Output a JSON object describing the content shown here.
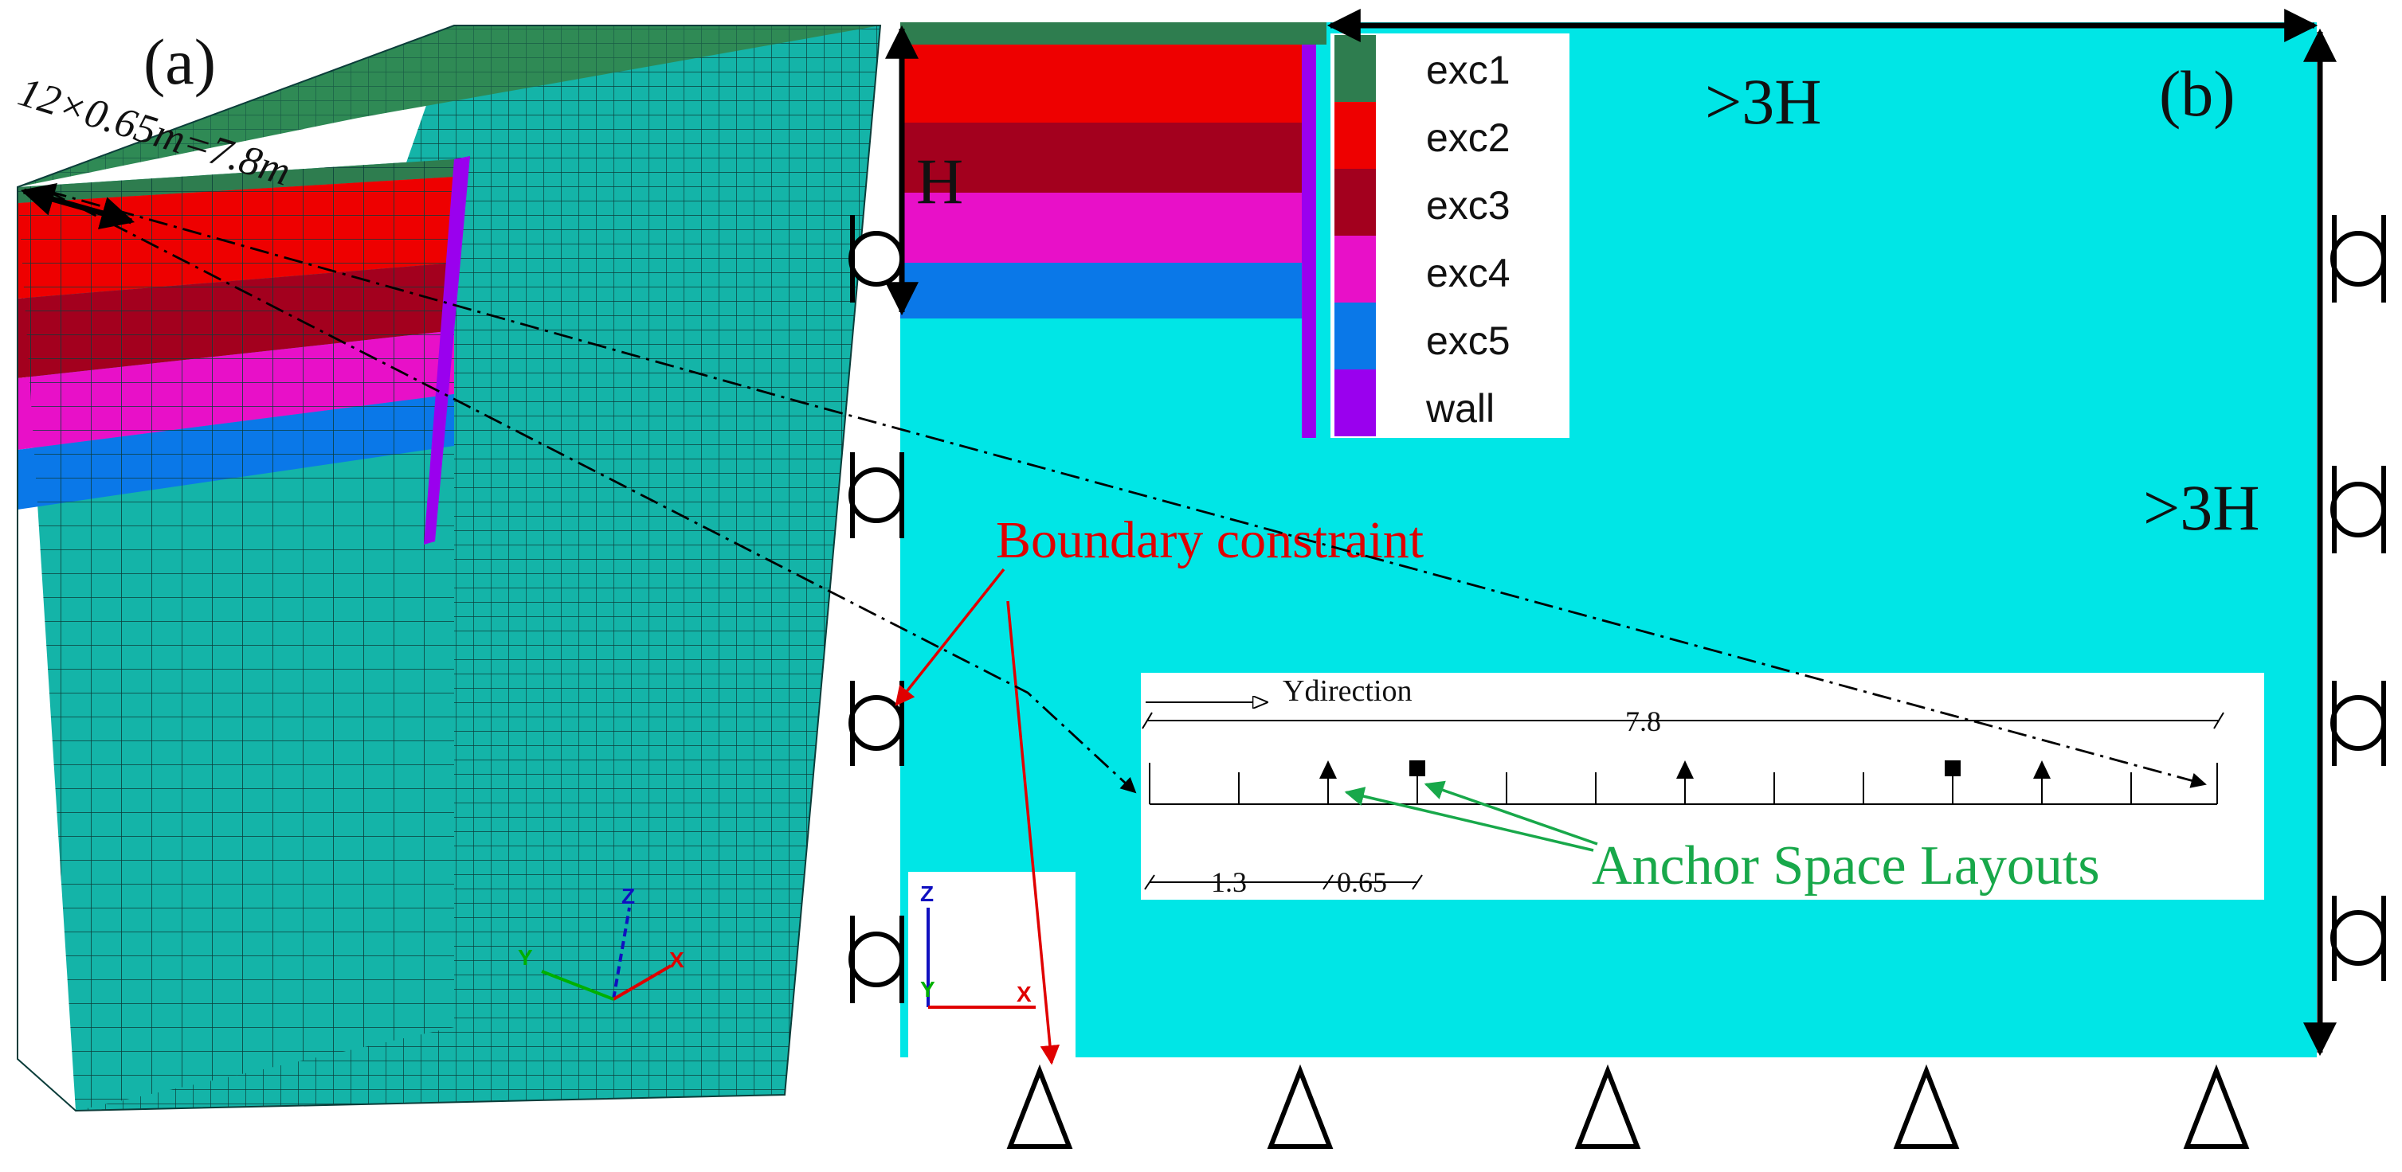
{
  "panels": {
    "a": {
      "label": "(a)",
      "dimension_text": "12×0.65m=7.8m",
      "axes": {
        "z": "Z",
        "y": "Y",
        "x": "X"
      }
    },
    "b": {
      "label": "(b)",
      "depth_label": "H",
      "width_label": ">3H",
      "height_label": ">3H",
      "boundary_constraint_label": "Boundary constraint",
      "axes": {
        "z": "Z",
        "y": "Y",
        "x": "X"
      }
    }
  },
  "legend": {
    "items": [
      {
        "label": "exc1",
        "color": "#2e7d4f"
      },
      {
        "label": "exc2",
        "color": "#ee0000"
      },
      {
        "label": "exc3",
        "color": "#a3001e"
      },
      {
        "label": "exc4",
        "color": "#e810c8"
      },
      {
        "label": "exc5",
        "color": "#0a78e8"
      },
      {
        "label": "wall",
        "color": "#9a00ee"
      }
    ]
  },
  "soil_color": "#00e6e6",
  "mesh_soil_color": "#14b4a8",
  "inset": {
    "direction_label": "Ydirection",
    "total_length": "7.8",
    "dim_1": "1.3",
    "dim_2": "0.65",
    "anchor_label": "Anchor Space Layouts"
  }
}
